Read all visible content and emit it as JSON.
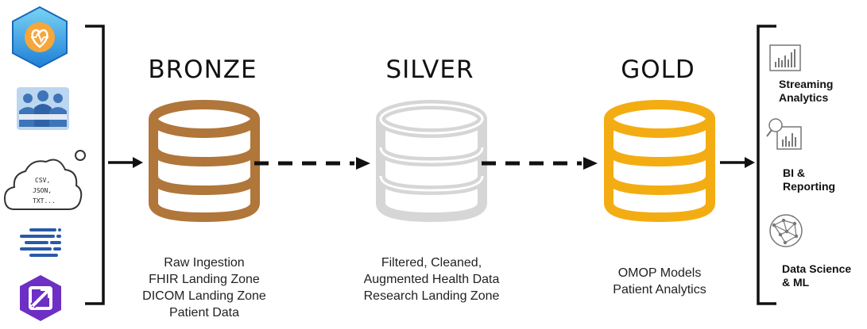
{
  "sources": {
    "cloud_lines": [
      "CSV,",
      "JSON,",
      "TXT..."
    ],
    "icons": [
      "hexagon-heart-logo-icon",
      "people-group-icon",
      "cloud-files-icon",
      "stream-lines-icon",
      "arrow-logo-icon"
    ]
  },
  "stages": [
    {
      "title": "BRONZE",
      "color": "#b0763a",
      "lines": [
        "Raw Ingestion",
        "FHIR Landing Zone",
        "DICOM Landing Zone",
        "Patient Data"
      ]
    },
    {
      "title": "SILVER",
      "color": "#d6d6d6",
      "lines": [
        "Filtered, Cleaned,",
        "Augmented Health Data",
        "Research Landing Zone"
      ]
    },
    {
      "title": "GOLD",
      "color": "#f3ad12",
      "lines": [
        "OMOP Models",
        "Patient Analytics"
      ]
    }
  ],
  "outputs": [
    {
      "icon": "bar-chart-icon",
      "lines": [
        "Streaming",
        "Analytics"
      ]
    },
    {
      "icon": "magnifier-chart-icon",
      "lines": [
        "BI &",
        "Reporting"
      ]
    },
    {
      "icon": "neural-network-icon",
      "lines": [
        "Data Science",
        "& ML"
      ]
    }
  ]
}
